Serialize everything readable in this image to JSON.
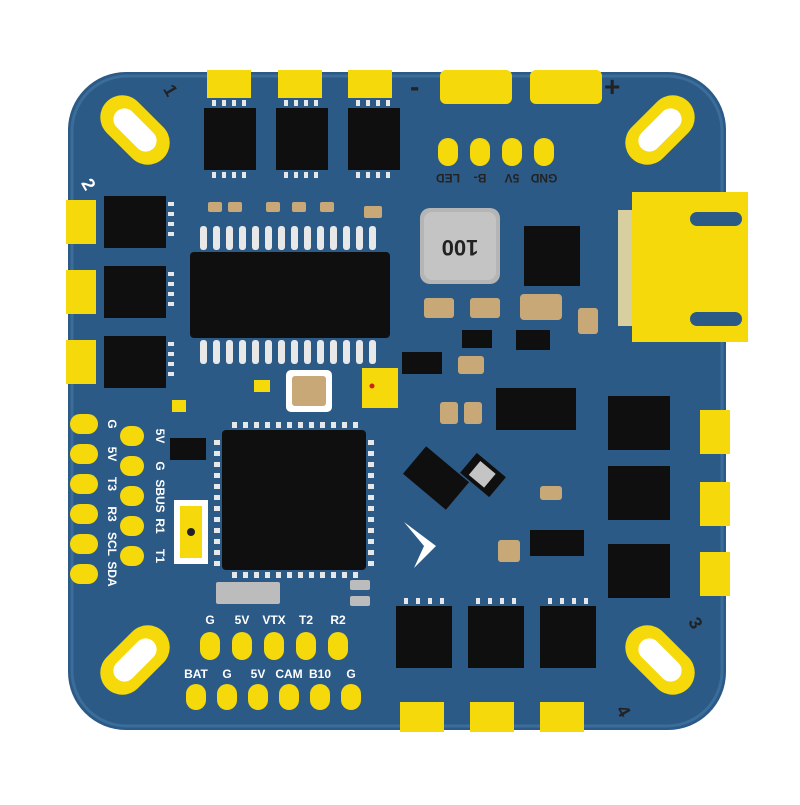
{
  "colors": {
    "board": "#2c5a86",
    "board_edge": "#3a6d9a",
    "pad": "#f6d90a",
    "chip": "#0f0f10",
    "pin": "#e8e8e8",
    "cap": "#c9a878",
    "silk": "#ffffff",
    "crystal": "#bcbcbc",
    "label_dark": "#222222"
  },
  "motor_labels": {
    "m1": "1",
    "m2": "2",
    "m3": "3",
    "m4": "4"
  },
  "power_labels": {
    "minus": "-",
    "plus": "+"
  },
  "top_pads": [
    "LED",
    "B-",
    "5V",
    "GND"
  ],
  "regulator_marking": "100",
  "left_col_a": [
    "G",
    "5V",
    "T3",
    "R3",
    "SCL",
    "SDA"
  ],
  "left_col_b": [
    "5V",
    "G",
    "SBUS",
    "R1",
    "T1"
  ],
  "bottom_row_top": [
    "G",
    "5V",
    "VTX",
    "T2",
    "R2"
  ],
  "bottom_row_bottom": [
    "BAT",
    "G",
    "5V",
    "CAM",
    "B10",
    "G"
  ]
}
